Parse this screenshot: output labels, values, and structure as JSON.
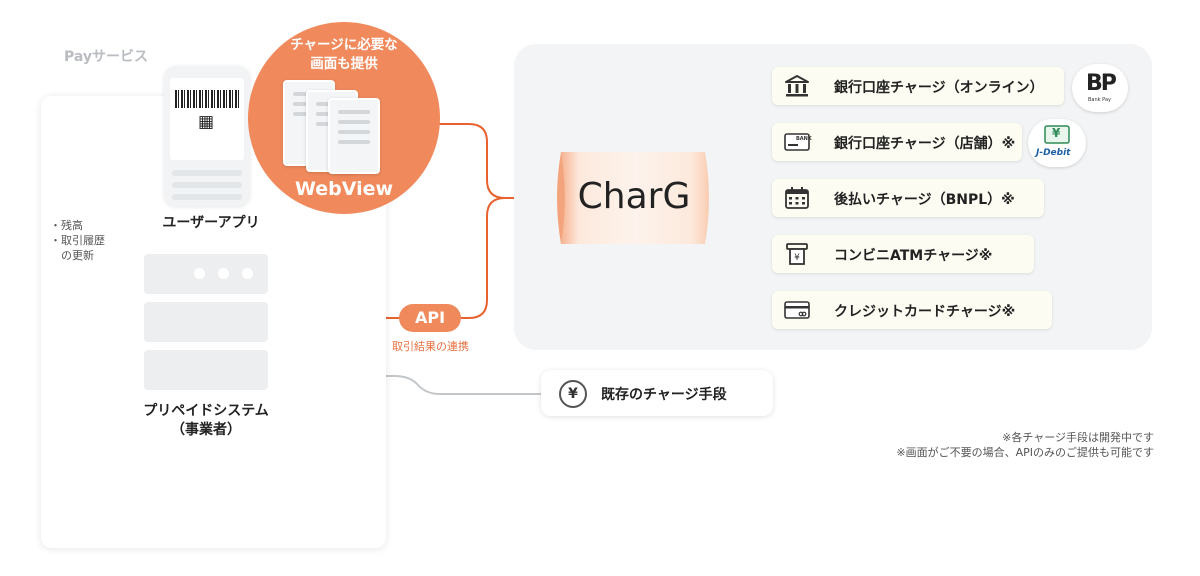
{
  "pay_service_label": "Payサービス",
  "webview_bubble": {
    "caption": "チャージに必要な\n画面も提供",
    "title": "WebView"
  },
  "user_app_label": "ユーザーアプリ",
  "side_note": [
    "・残高",
    "・取引履歴",
    "　の更新"
  ],
  "prepaid_system_label": "プリペイドシステム\n（事業者）",
  "api": {
    "label": "API",
    "note": "取引結果の連携"
  },
  "charg_label": "CharG",
  "charge_methods": [
    {
      "label": "銀行口座チャージ（オンライン）",
      "icon": "bank-building-icon"
    },
    {
      "label": "銀行口座チャージ（店舗）※",
      "icon": "bank-card-icon"
    },
    {
      "label": "後払いチャージ（BNPL）※",
      "icon": "calendar-icon"
    },
    {
      "label": "コンビニATMチャージ※",
      "icon": "atm-icon"
    },
    {
      "label": "クレジットカードチャージ※",
      "icon": "credit-card-icon"
    }
  ],
  "card_bank_text": "BANK",
  "logos": {
    "bankpay_mark": "BP",
    "bankpay_text": "Bank Pay",
    "jdebit_yen": "¥",
    "jdebit_text": "J-Debit"
  },
  "existing_method": {
    "label": "既存のチャージ手段",
    "icon_char": "¥"
  },
  "notes": [
    "※各チャージ手段は開発中です",
    "※画面がご不要の場合、APIのみのご提供も可能です"
  ],
  "colors": {
    "accent": "#f08a5d",
    "accent_line": "#e8622f",
    "connector": "#f0a06e",
    "panel": "#f2f4f5",
    "card": "#fdfcf2"
  }
}
